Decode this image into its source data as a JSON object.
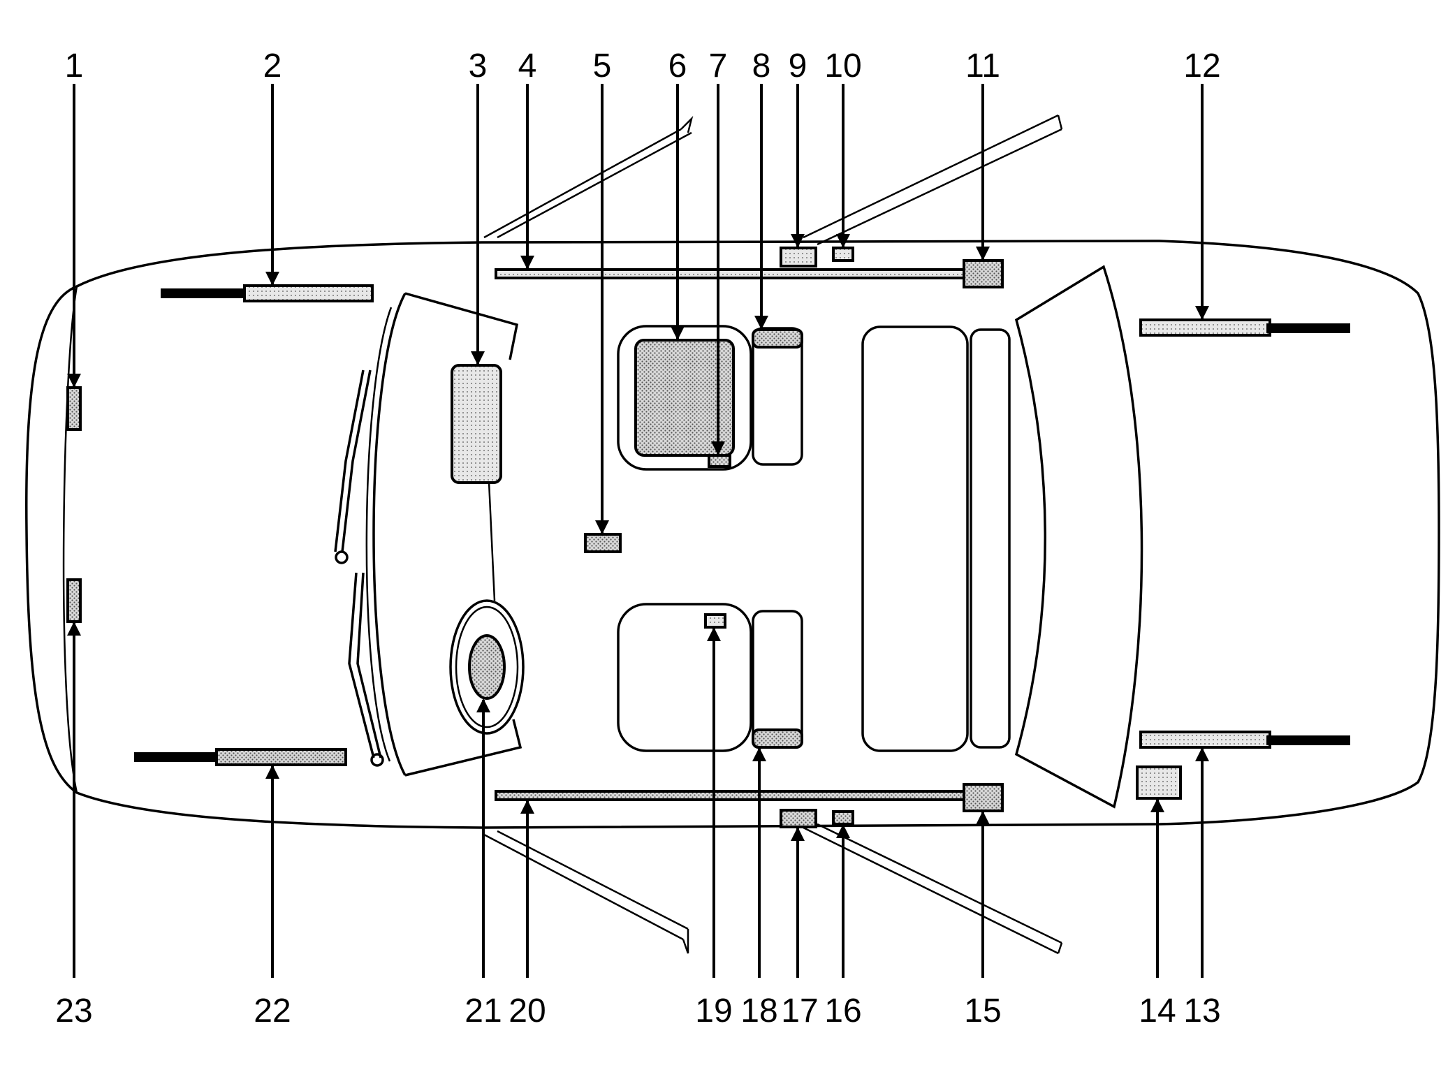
{
  "callouts_top": [
    "1",
    "2",
    "3",
    "4",
    "5",
    "6",
    "7",
    "8",
    "9",
    "10",
    "11",
    "12"
  ],
  "callouts_bottom": [
    "23",
    "22",
    "21",
    "20",
    "19",
    "18",
    "17",
    "16",
    "15",
    "14",
    "13"
  ]
}
